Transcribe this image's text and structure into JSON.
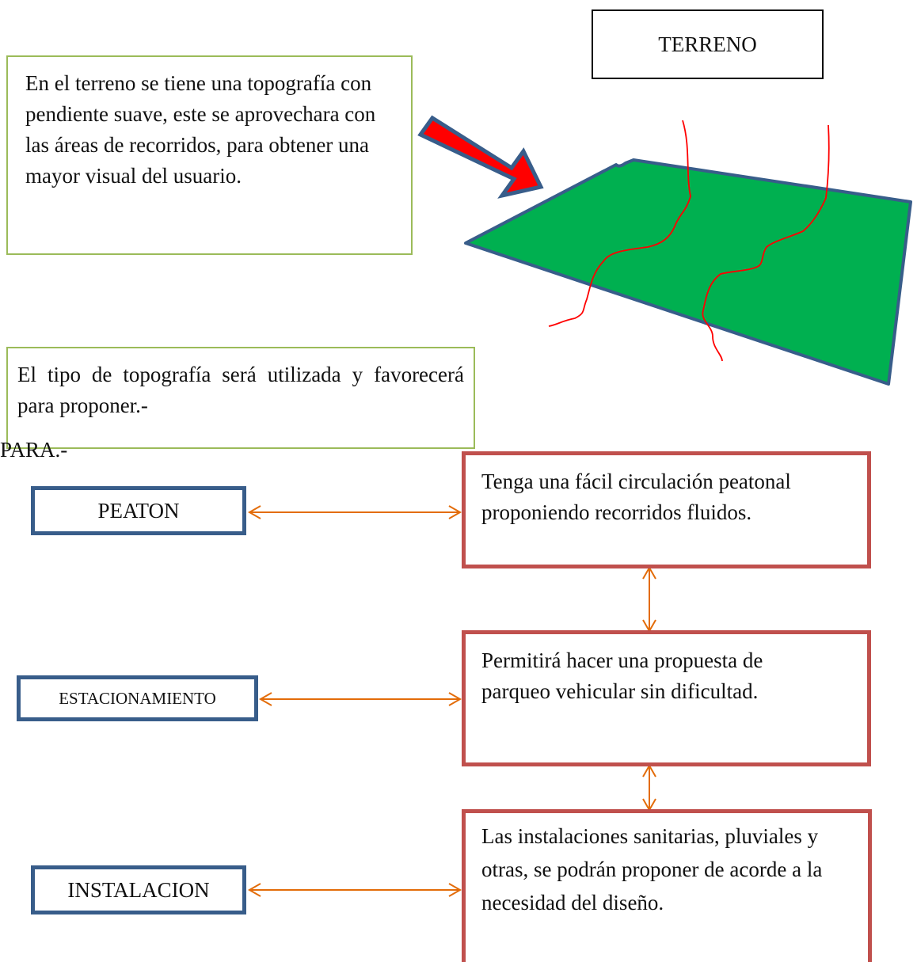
{
  "terreno": {
    "title": "TERRENO"
  },
  "intro_box": {
    "text": "En el terreno se tiene una topografía con pendiente suave, este se aprovechara con las áreas de recorridos, para obtener  una mayor visual del usuario."
  },
  "tipo_box": {
    "text": "El tipo de topografía será utilizada y favorecerá para proponer.-"
  },
  "para_label": "PARA.-",
  "left_nodes": {
    "peaton": "PEATON",
    "estacionamiento": "ESTACIONAMIENTO",
    "instalacion": "INSTALACION"
  },
  "right_nodes": {
    "circulacion": "Tenga una fácil circulación peatonal proponiendo recorridos fluidos.",
    "parqueo": "Permitirá hacer una propuesta de parqueo vehicular sin dificultad.",
    "instalaciones": "Las instalaciones sanitarias, pluviales y otras, se podrán proponer de acorde a la necesidad del diseño."
  },
  "colors": {
    "green_border": "#9bbb59",
    "red_border": "#c0504d",
    "blue_border": "#385d8a",
    "terrain_fill": "#00b050",
    "arrow_fill": "#ff0000",
    "connector": "#e36c09",
    "contour": "#ff0000"
  }
}
